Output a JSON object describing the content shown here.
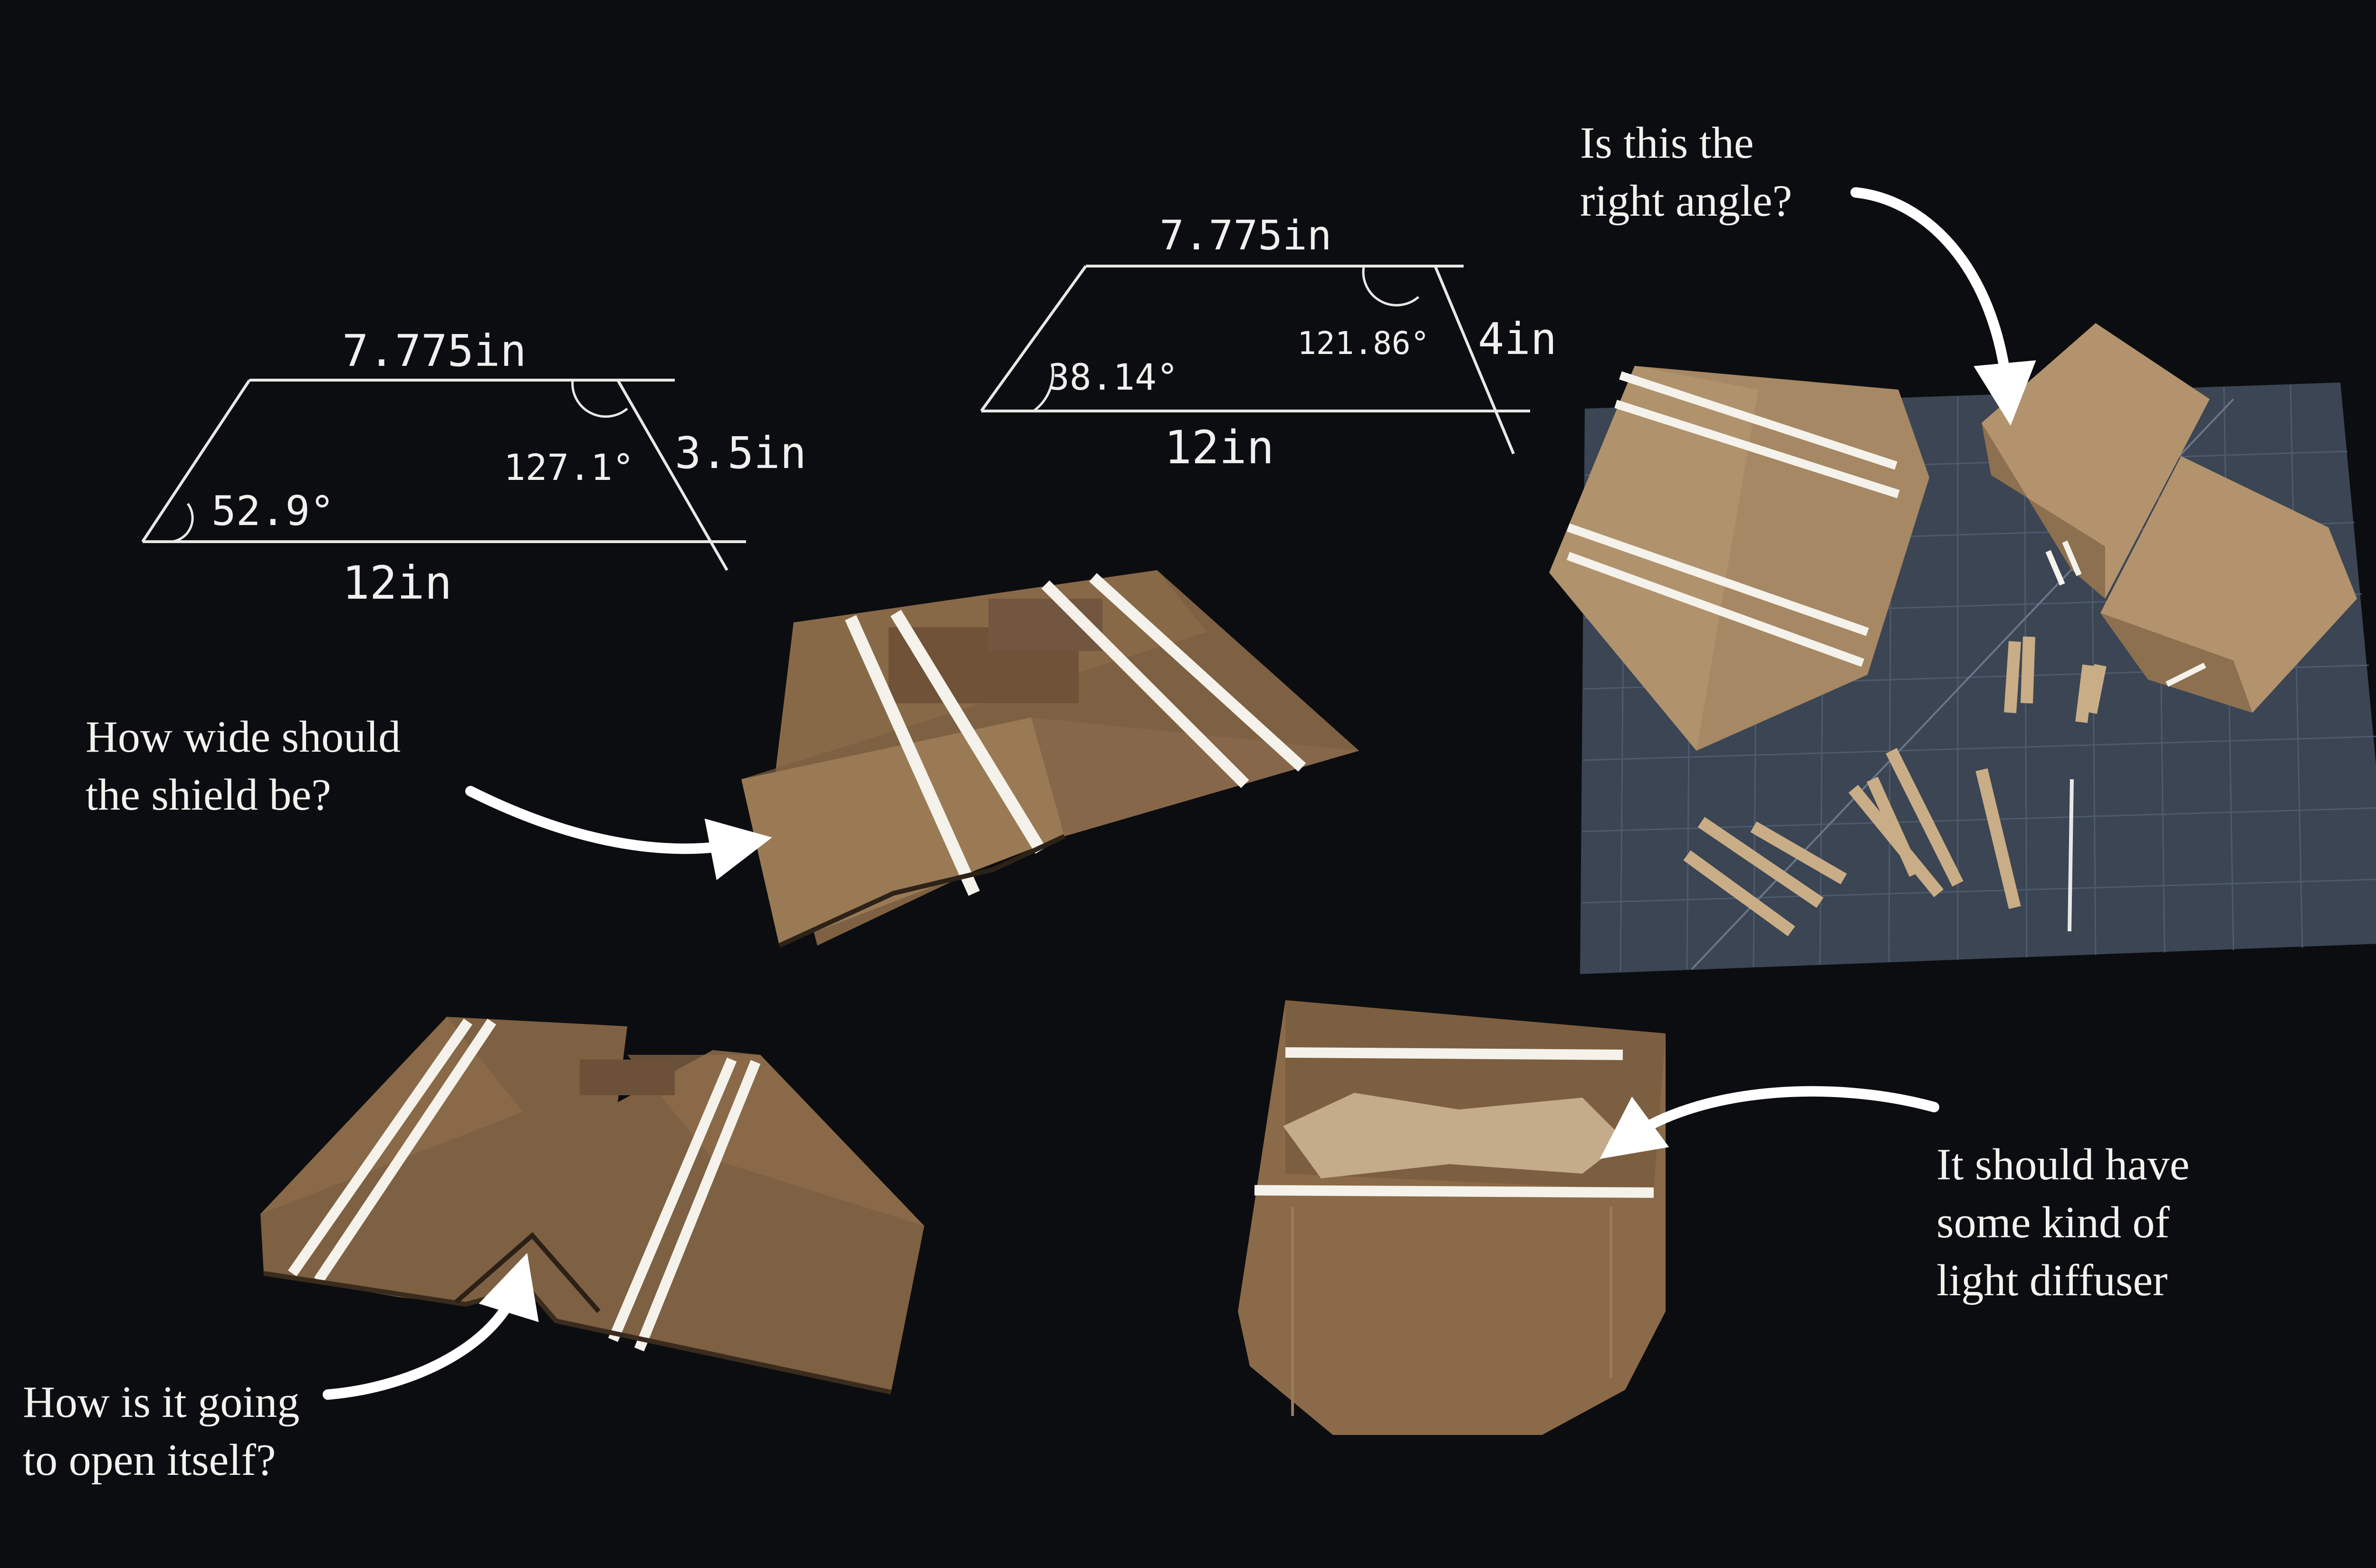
{
  "colors": {
    "background": "#0c0d10",
    "ink": "#f2f2ee",
    "cardboard": "#8a6a48",
    "cardboard_light": "#a78660",
    "cardboard_dark": "#5e4630",
    "tape": "#f4f2ea",
    "cutting_mat": "#3b4553"
  },
  "diagrams": {
    "left": {
      "top_edge": "7.775in",
      "top_angle": "127.1°",
      "side_edge": "3.5in",
      "bottom_angle": "52.9°",
      "bottom_edge": "12in"
    },
    "right": {
      "top_edge": "7.775in",
      "top_angle": "121.86°",
      "side_edge": "4in",
      "bottom_angle": "38.14°",
      "bottom_edge": "12in"
    }
  },
  "notes": {
    "right_angle": "Is this the\nright angle?",
    "shield": "How wide should\nthe shield be?",
    "open": "How is it going\nto open itself?",
    "diffuser": "It should have\nsome kind of\nlight diffuser"
  },
  "icons": [
    "arrow-icon"
  ]
}
